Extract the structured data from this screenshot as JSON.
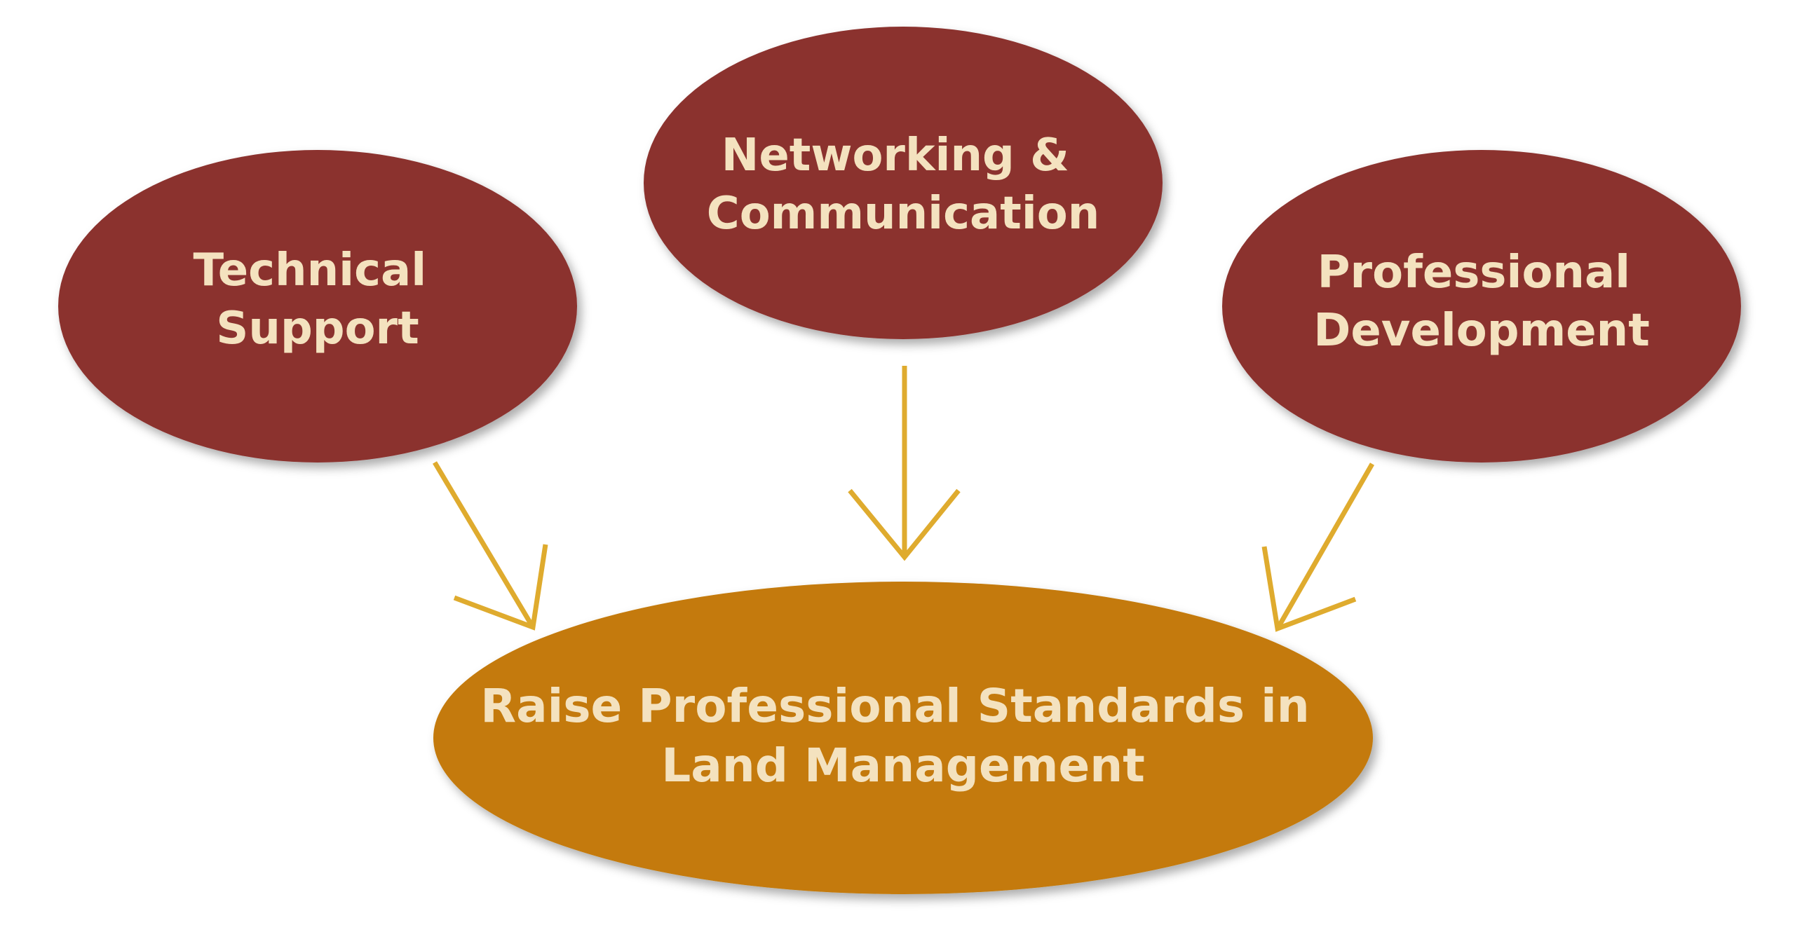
{
  "colors": {
    "background": "#ffffff",
    "top_node_fill": "#8b302d",
    "goal_node_fill": "#c47a07",
    "text": "#f4e2bf",
    "arrow": "#dfab2e"
  },
  "nodes": {
    "technical_support": {
      "line1": "Technical",
      "line2": "Support"
    },
    "networking": {
      "line1": "Networking &",
      "line2": "Communication"
    },
    "professional_development": {
      "line1": "Professional",
      "line2": "Development"
    },
    "goal": {
      "line1": "Raise Professional Standards in",
      "line2": "Land Management"
    }
  }
}
